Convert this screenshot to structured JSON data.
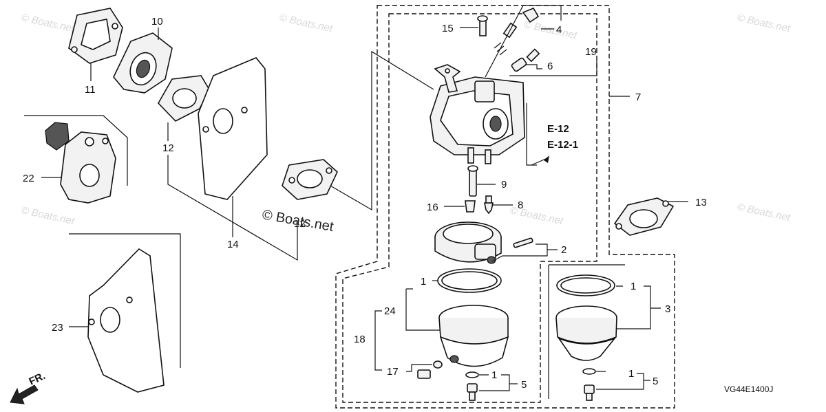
{
  "watermark": "© Boats.net",
  "diagram_code": "VG44E1400J",
  "front_marker": "FR.",
  "refs": [
    "E-12",
    "E-12-1"
  ],
  "callouts": {
    "n1": "1",
    "n2": "2",
    "n3": "3",
    "n4": "4",
    "n5": "5",
    "n6": "6",
    "n7": "7",
    "n8": "8",
    "n9": "9",
    "n10": "10",
    "n11": "11",
    "n12": "12",
    "n13": "13",
    "n14": "14",
    "n15": "15",
    "n16": "16",
    "n17": "17",
    "n18": "18",
    "n19": "19",
    "n22": "22",
    "n23": "23",
    "n24": "24"
  }
}
